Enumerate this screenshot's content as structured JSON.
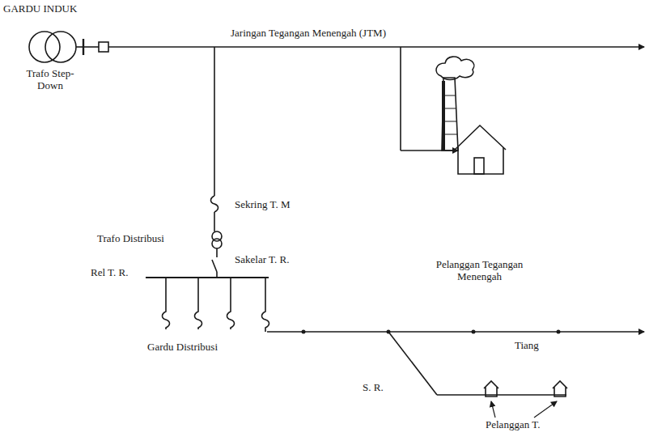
{
  "diagram": {
    "labels": [
      "GARDU INDUK",
      "Trafo Step-Down",
      "Jaringan Tegangan Menengah (JTM)",
      "Pelanggan Tegangan Menengah",
      "Sekring T. M",
      "Trafo Distribusi",
      "Sakelar T. R.",
      "Rel T. R.",
      "Gardu Distribusi",
      "Tiang",
      "S. R.",
      "Pelanggan T."
    ]
  }
}
